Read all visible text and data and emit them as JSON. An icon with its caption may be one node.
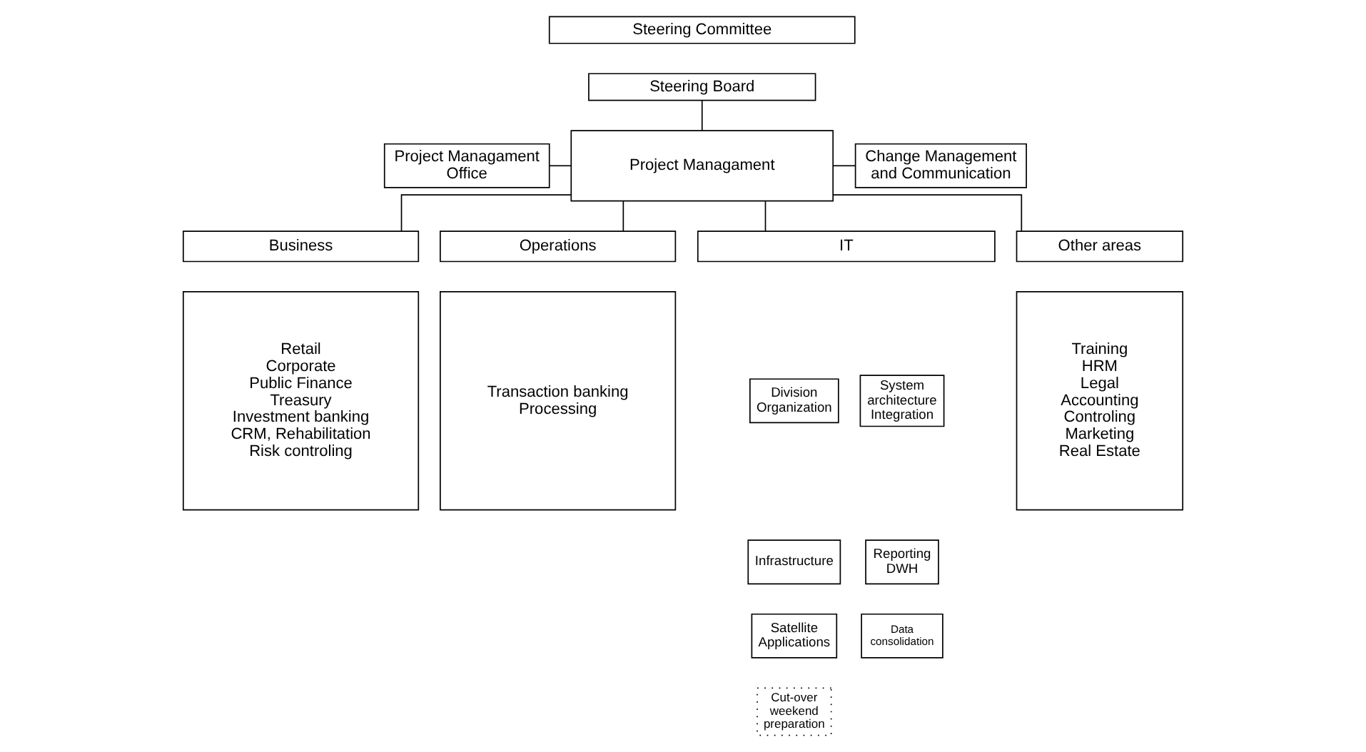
{
  "diagram": {
    "nodes": [
      {
        "text": [
          "Steering Committee"
        ]
      },
      {
        "text": [
          "Steering Board"
        ]
      },
      {
        "text": [
          "Project Managament Office"
        ]
      },
      {
        "text": [
          "Project Managament"
        ]
      },
      {
        "text": [
          "Change Management and Communication"
        ]
      },
      {
        "text": [
          "Business"
        ]
      },
      {
        "text": [
          "Retail Corporate Public Finance Treasury Investment banking CRM, Rehabilitation Risk controling"
        ]
      },
      {
        "text": [
          "Operations"
        ]
      },
      {
        "text": [
          "Transaction banking Processing"
        ]
      },
      {
        "text": [
          "IT"
        ]
      },
      {
        "text": [
          "Division Organization"
        ]
      },
      {
        "text": [
          "System architecture Integration"
        ]
      },
      {
        "text": [
          "Infrastructure"
        ]
      },
      {
        "text": [
          "Satellite Applications"
        ]
      },
      {
        "text": [
          "Reporting DWH"
        ]
      },
      {
        "text": [
          "Cut-over weekend preparation"
        ]
      },
      {
        "text": [
          "Data consolidation"
        ]
      },
      {
        "text": [
          "Other areas"
        ]
      },
      {
        "text": [
          "Training HRM Legal Accounting Controling Marketing Real Estate"
        ]
      }
    ],
    "edges": [
      {
        "from": 1,
        "to": 3,
        "arrow": "none"
      },
      {
        "from": 2,
        "to": 3,
        "arrow": "none"
      },
      {
        "from": 3,
        "to": 4,
        "arrow": "none"
      },
      {
        "from": 3,
        "to": 5,
        "arrow": "none"
      },
      {
        "from": 3,
        "to": 7,
        "arrow": "none"
      },
      {
        "from": 3,
        "to": 9,
        "arrow": "none"
      },
      {
        "from": 3,
        "to": 17,
        "arrow": "none"
      }
    ]
  }
}
